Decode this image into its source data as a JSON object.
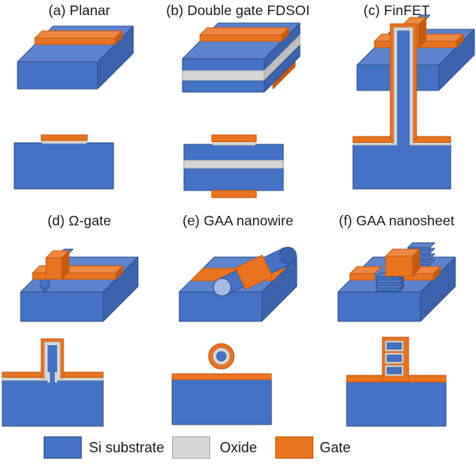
{
  "figure": {
    "panels": [
      {
        "id": "planar",
        "title": "(a) Planar"
      },
      {
        "id": "double-gate-fdsoi",
        "title": "(b) Double gate FDSOI"
      },
      {
        "id": "finfet",
        "title": "(c) FinFET"
      },
      {
        "id": "omega-gate",
        "title": "(d) Ω-gate"
      },
      {
        "id": "gaa-nanowire",
        "title": "(e) GAA nanowire"
      },
      {
        "id": "gaa-nanosheet",
        "title": "(f) GAA nanosheet"
      }
    ],
    "legend": [
      {
        "label": "Si substrate",
        "color": "#4472C4",
        "border": "#2F528F"
      },
      {
        "label": "Oxide",
        "color": "#D6D6D6",
        "border": "#A6A6A6"
      },
      {
        "label": "Gate",
        "color": "#E9731F",
        "border": "#C55A11"
      }
    ]
  },
  "palette": {
    "background": "#FFFFFF",
    "text": "#1B1B1B",
    "si-front": "#4472C4",
    "si-top": "#5D83CE",
    "si-side": "#3A62AD",
    "si-stroke": "#2F528F",
    "oxide": "#D6D6D6",
    "oxide-side": "#BDBDBD",
    "oxide-stroke": "#A6A6A6",
    "gate-top": "#EF8741",
    "gate-front": "#E9731F",
    "gate-side": "#C55A11",
    "gate-stroke": "#C55A11",
    "wire-cap": "#A3BBE3"
  }
}
